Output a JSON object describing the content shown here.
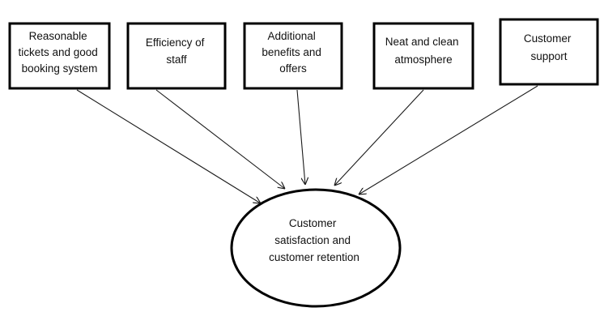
{
  "factors": [
    {
      "id": "reasonable-tickets",
      "lines": [
        "Reasonable",
        "tickets and good",
        "booking system"
      ]
    },
    {
      "id": "efficiency-of-staff",
      "lines": [
        "Efficiency of",
        "staff"
      ]
    },
    {
      "id": "additional-benefits",
      "lines": [
        "Additional",
        "benefits and",
        "offers"
      ]
    },
    {
      "id": "neat-and-clean",
      "lines": [
        "Neat and clean",
        "atmosphere"
      ]
    },
    {
      "id": "customer-support",
      "lines": [
        "Customer",
        "support"
      ]
    }
  ],
  "outcome": {
    "id": "customer-satisfaction",
    "lines": [
      "Customer",
      "satisfaction and",
      "customer retention"
    ]
  }
}
